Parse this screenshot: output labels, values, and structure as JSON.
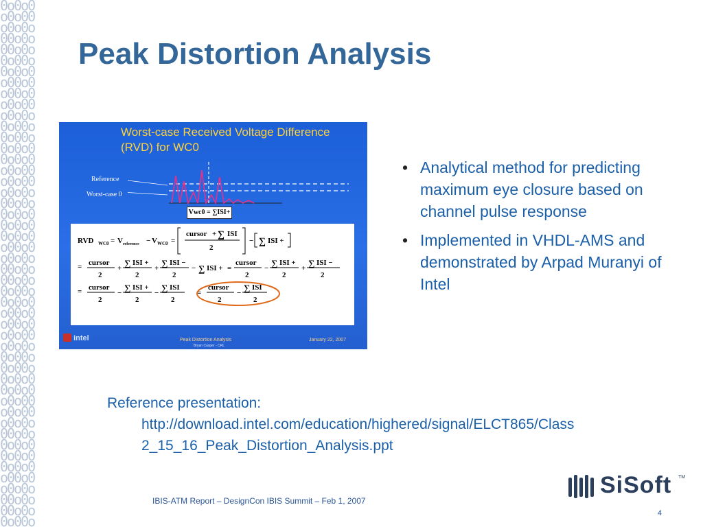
{
  "slide": {
    "title": "Peak Distortion Analysis",
    "bullets": [
      "Analytical method for predicting maximum eye closure based on channel pulse response",
      "Implemented in VHDL-AMS and demonstrated by Arpad Muranyi of Intel"
    ],
    "bullet_symbol": "•",
    "reference_label": "Reference presentation:",
    "reference_url": "http://download.intel.com/education/highered/signal/ELCT865/Class2_15_16_Peak_Distortion_Analysis.ppt",
    "footer": "IBIS-ATM Report – DesignCon IBIS Summit – Feb 1, 2007",
    "page_number": "4",
    "brand": "SiSoft",
    "brand_tm": "TM"
  },
  "embedded_slide": {
    "title": "Worst-case Received Voltage Difference (RVD) for WC0",
    "label_reference": "Reference",
    "label_worst_case": "Worst-case 0",
    "vwc_formula": "Vwc0 = ∑ISI+",
    "footer_title": "Peak Distortion Analysis",
    "footer_author": "Bryan Casper - CRL",
    "footer_date": "January 22, 2007",
    "logo_text": "intel",
    "eq": {
      "rvd_lhs": "RVD",
      "rvd_sub": "WC0",
      "v": "V",
      "ref_sub": "reference",
      "vwc_sub": "WC0",
      "cursor": "cursor",
      "isi": "ISI",
      "isi_plus": "ISI +",
      "isi_minus": "ISI −",
      "two": "2",
      "sigma": "∑"
    }
  },
  "colors": {
    "title": "#336699",
    "body_text": "#1a5fa8",
    "embed_title": "#ffd23a",
    "ellipse": "#e06a1c",
    "binary": "#b8c6d8"
  },
  "binary_pattern": "0o0o0o0o00o0o0o00o0o00o0o0o00o0o0o0o00o0o00o0o0o00o0o0o0o00o0o00o0o0o00o0o0o0o00o0o00o0o0o00o0o0o0o00o0o00o0o0o00o0o0o0o00o0o00o0o0o00o0o0o0o00o0o00o0o0o00o0o0o0o00o0o00o0o0o00o0o0o0o00o0o00o0o0o00o0o0o0o00o0o00o0o0o00o0o0o0o00o0o00o0o0o00o0o0o0o00o0o00o0o0o00o0o0o0o00o0o00o0o0o00o0o0o0o00o0o00o0o0o00o0o0o0o00o0o00o0o0o00o0o0o0o00o0o00o0o0o00o0o0o0o00o0o00o0o0o00"
}
